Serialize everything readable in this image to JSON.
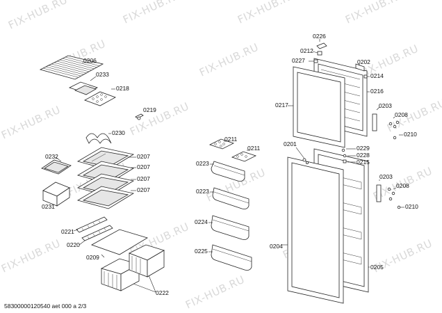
{
  "diagram": {
    "footer_text": "58300000120540 aet 000 a 2/3",
    "watermark_text": "FIX-HUB.RU",
    "callouts": {
      "c0206": "0206",
      "c0233": "0233",
      "c0218": "0218",
      "c0219": "0219",
      "c0230": "0230",
      "c0232": "0232",
      "c0231": "0231",
      "c0207a": "0207",
      "c0207b": "0207",
      "c0207c": "0207",
      "c0207d": "0207",
      "c0221": "0221",
      "c0220": "0220",
      "c0209": "0209",
      "c0222": "0222",
      "c0211a": "0211",
      "c0211b": "0211",
      "c0223a": "0223",
      "c0223b": "0223",
      "c0224": "0224",
      "c0225": "0225",
      "c0226": "0226",
      "c0212": "0212",
      "c0227": "0227",
      "c0202": "0202",
      "c0214": "0214",
      "c0216": "0216",
      "c0217": "0217",
      "c0203a": "0203",
      "c0208a": "0208",
      "c0210a": "0210",
      "c0201": "0201",
      "c0229": "0229",
      "c0228": "0228",
      "c0215": "0215",
      "c0203b": "0203",
      "c0208b": "0208",
      "c0210b": "0210",
      "c0204": "0204",
      "c0205": "0205"
    }
  }
}
